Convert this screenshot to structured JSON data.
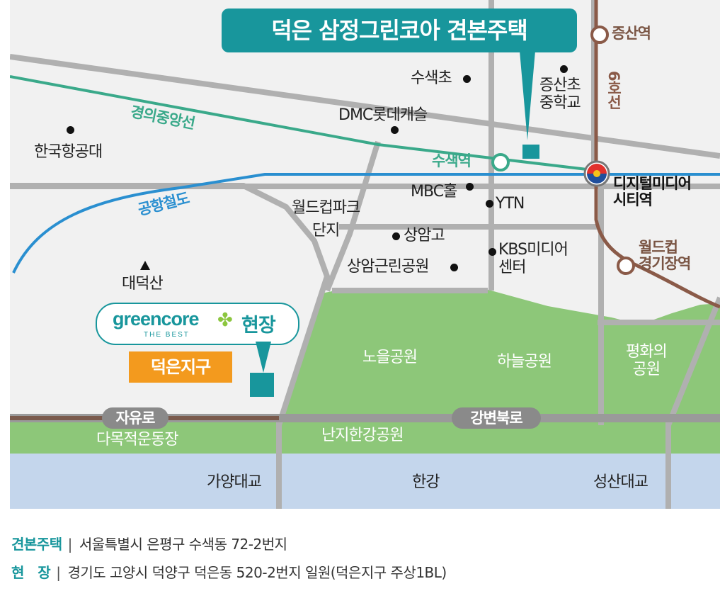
{
  "title": "덕은 삼정그린코아 견본주택",
  "site": {
    "brand": "greencore",
    "brand_sub": "THE BEST",
    "label": "현장",
    "district": "덕은지구"
  },
  "rail_lines": {
    "gyeongui": "경의중앙선",
    "airport": "공항철도",
    "line6": "6호선"
  },
  "stations": {
    "jeungsan": "증산역",
    "susaek": "수색역",
    "dmc": "디지털미디어\n시티역",
    "worldcup_stadium": "월드컵\n경기장역"
  },
  "roads": {
    "jayuro": "자유로",
    "gangbyeon": "강변북로"
  },
  "places": {
    "susaek_elem": "수색초",
    "jeungsan_school": "증산초\n중학교",
    "dmc_castle": "DMC롯데캐슬",
    "aerospace_univ": "한국항공대",
    "mbc": "MBC홀",
    "ytn": "YTN",
    "worldcup_park": "월드컵파크\n단지",
    "sangam_high": "상암고",
    "kbs": "KBS미디어\n센터",
    "sangam_park": "상암근린공원",
    "daedeoksan": "대덕산",
    "noeul_park": "노을공원",
    "haneul_park": "하늘공원",
    "peace_park": "평화의\n공원",
    "damok_stadium": "다목적운동장",
    "nanji_park": "난지한강공원",
    "gayang_bridge": "가양대교",
    "han_river": "한강",
    "seongsan_bridge": "성산대교"
  },
  "footer": {
    "model_house_key": "견본주택",
    "model_house_addr": "서울특별시 은평구 수색동 72-2번지",
    "site_key": "현   장",
    "site_addr": "경기도 고양시 덕양구 덕은동 520-2번지 일원(덕은지구 주상1BL)"
  },
  "colors": {
    "brand_teal": "#18969c",
    "gyeongui_line": "#3aa98a",
    "airport_line": "#2a8fd0",
    "line6": "#8a5a48",
    "park_green": "#8dc779",
    "river_blue": "#c4d6ec",
    "district_orange": "#f39a1e",
    "road_gray": "#b0b0b0"
  }
}
